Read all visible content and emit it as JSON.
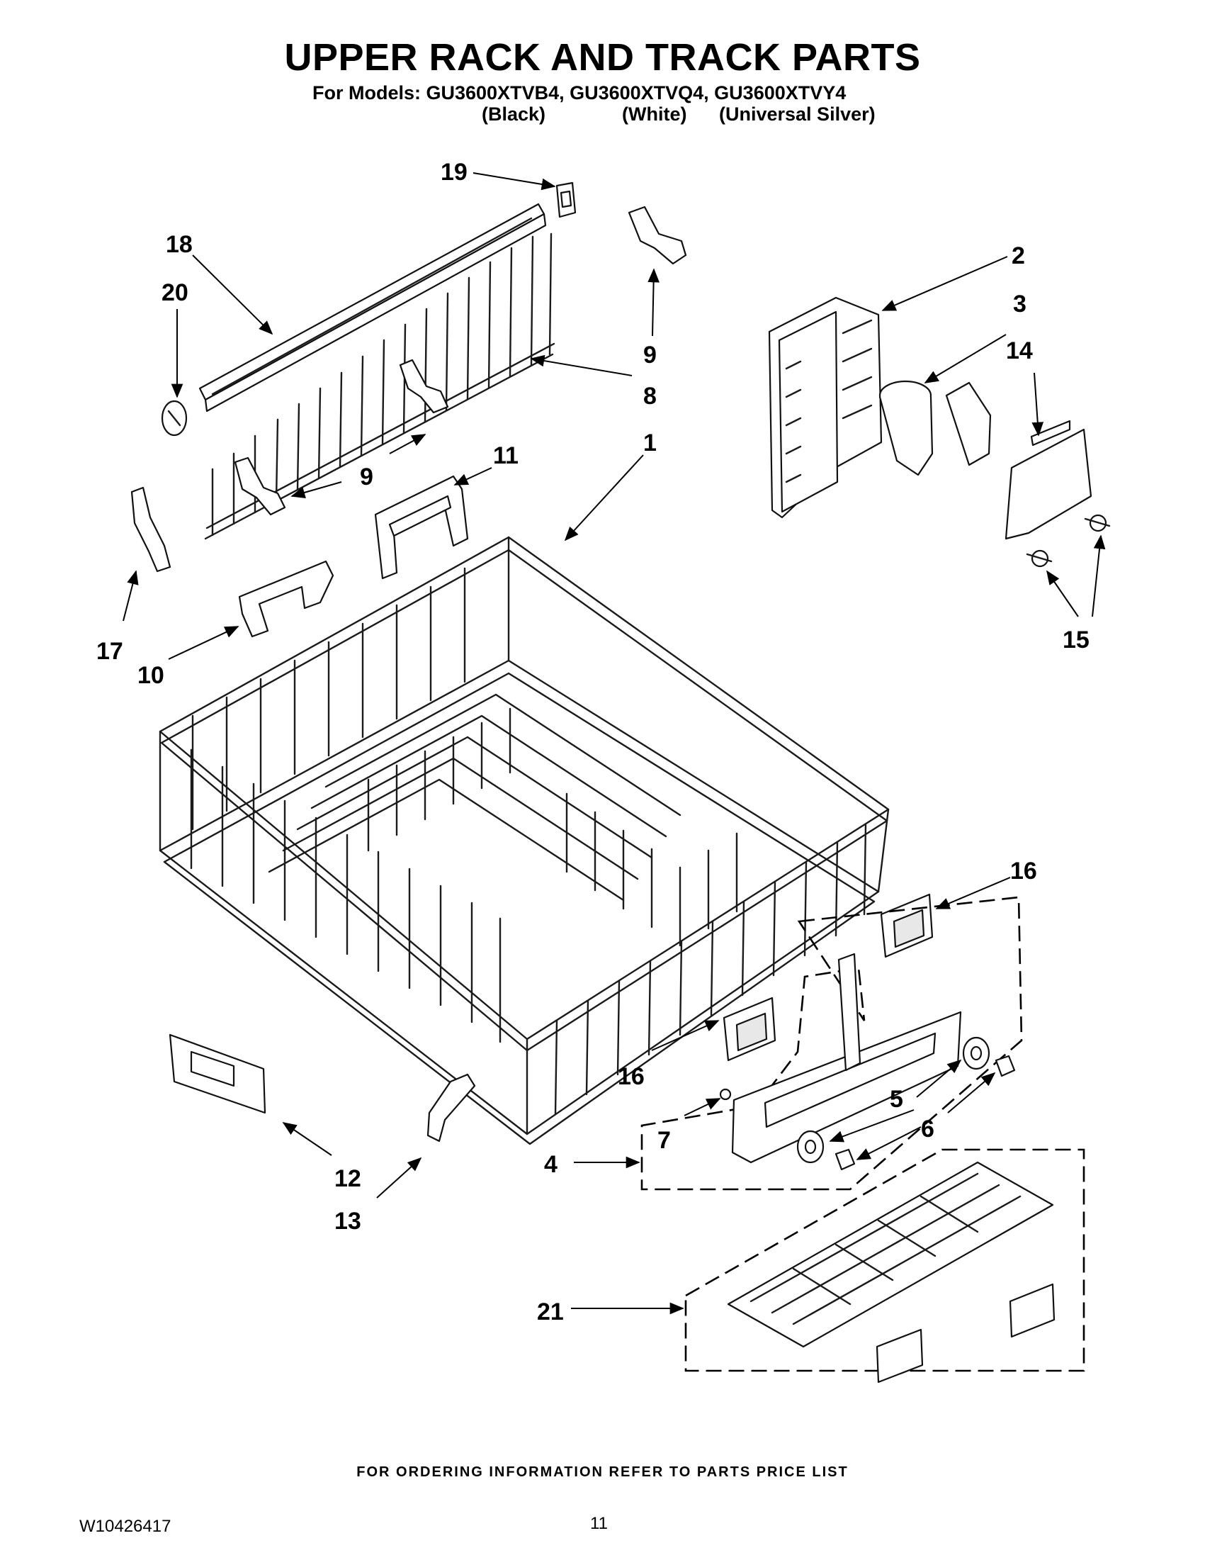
{
  "header": {
    "title": "UPPER RACK AND TRACK PARTS",
    "models_line": "For Models: GU3600XTVB4, GU3600XTVQ4, GU3600XTVY4",
    "variants": [
      "(Black)",
      "(White)",
      "(Universal Silver)"
    ]
  },
  "callouts": {
    "c1": "1",
    "c2": "2",
    "c3": "3",
    "c4": "4",
    "c5": "5",
    "c6": "6",
    "c7": "7",
    "c8": "8",
    "c9a": "9",
    "c9b": "9",
    "c10": "10",
    "c11": "11",
    "c12": "12",
    "c13": "13",
    "c14": "14",
    "c15": "15",
    "c16a": "16",
    "c16b": "16",
    "c17": "17",
    "c18": "18",
    "c19": "19",
    "c20": "20",
    "c21": "21"
  },
  "footer": {
    "note": "FOR ORDERING INFORMATION REFER TO PARTS PRICE LIST",
    "doc_number": "W10426417",
    "page_number": "11"
  }
}
